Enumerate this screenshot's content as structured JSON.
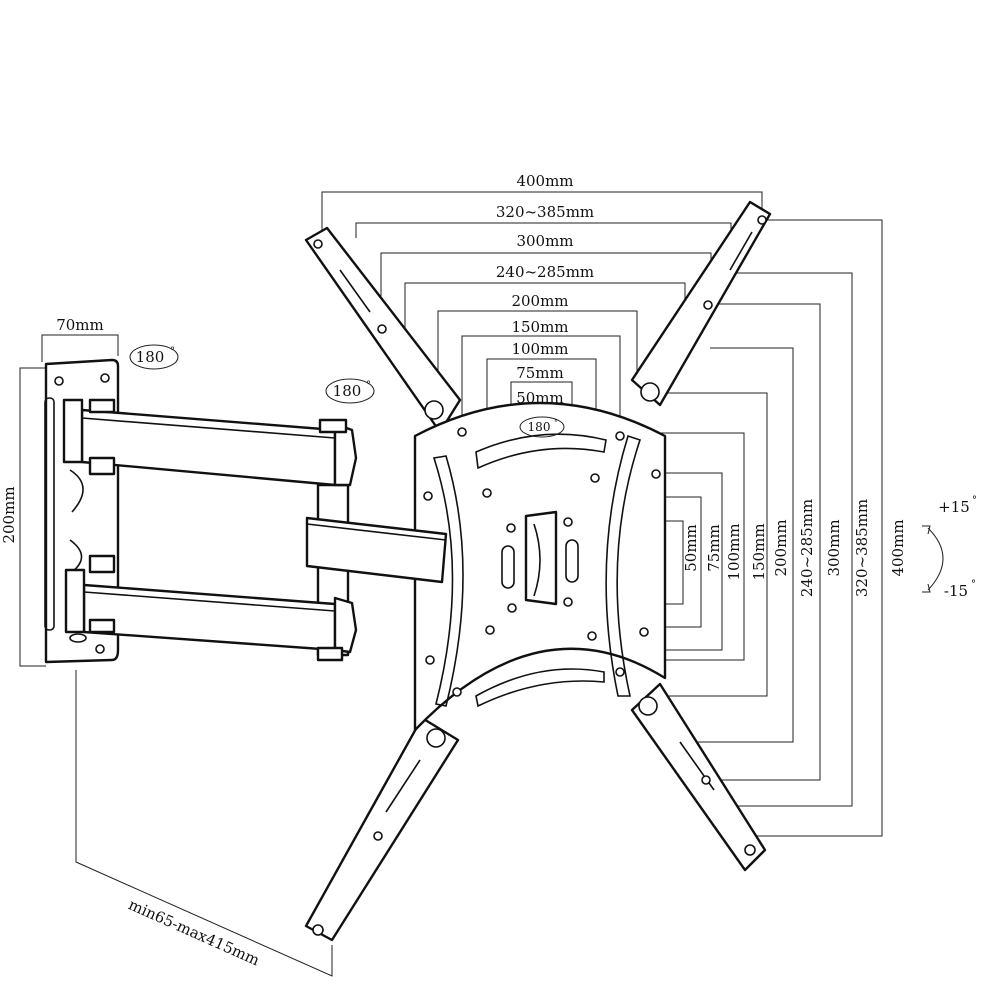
{
  "vesa_widths": [
    "400mm",
    "320~385mm",
    "300mm",
    "240~285mm",
    "200mm",
    "150mm",
    "100mm",
    "75mm",
    "50mm"
  ],
  "vesa_heights": [
    "50mm",
    "75mm",
    "100mm",
    "150mm",
    "200mm",
    "240~285mm",
    "300mm",
    "320~385mm",
    "400mm"
  ],
  "wall_plate_width": "70mm",
  "wall_plate_height": "200mm",
  "swivel_wall": "180",
  "swivel_arm": "180",
  "rotation_plate": "180",
  "tilt_up": "+15",
  "tilt_down": "-15",
  "degree_symbol": "°",
  "extension": "min65-max415mm"
}
